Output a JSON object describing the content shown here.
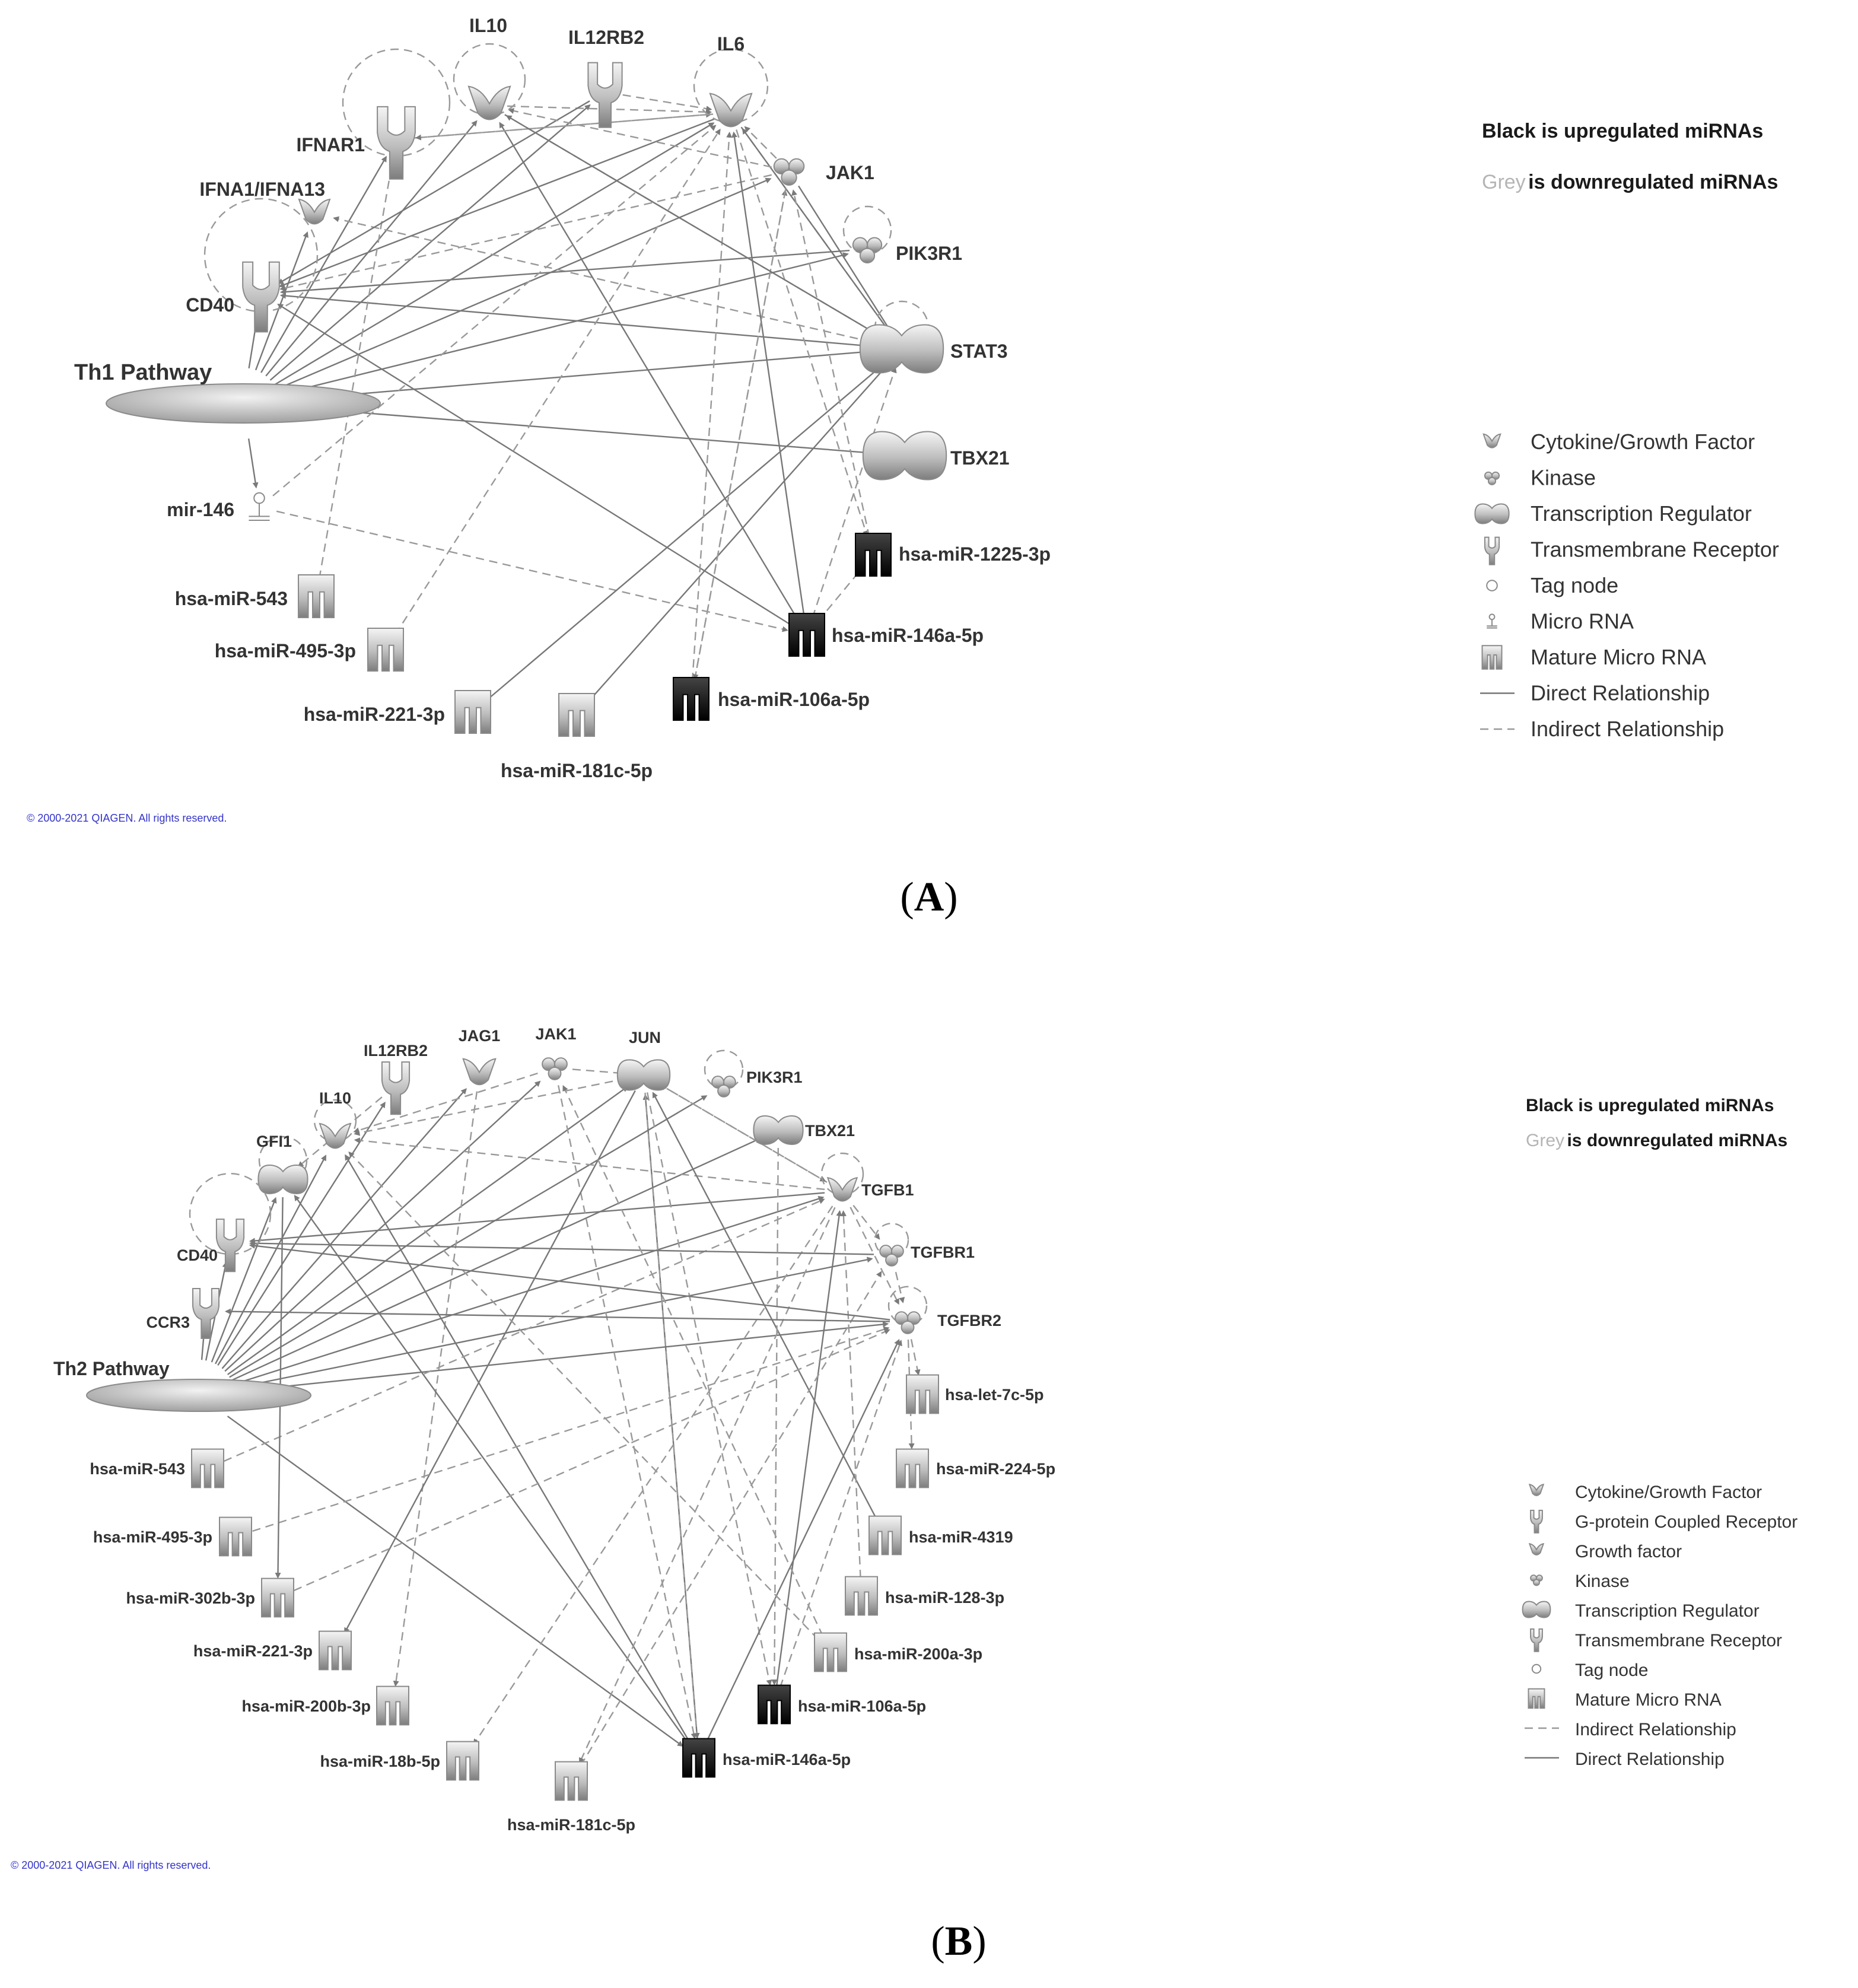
{
  "panels": [
    {
      "id": "A",
      "letter": "A",
      "pathway_label": "Th1 Pathway",
      "copyright": "© 2000-2021 QIAGEN. All rights reserved.",
      "nodes": [
        {
          "id": "IL10",
          "label": "IL10",
          "type": "cytokine",
          "fill": "grey"
        },
        {
          "id": "IL12RB2",
          "label": "IL12RB2",
          "type": "receptor",
          "fill": "grey"
        },
        {
          "id": "IL6",
          "label": "IL6",
          "type": "cytokine",
          "fill": "grey"
        },
        {
          "id": "IFNAR1",
          "label": "IFNAR1",
          "type": "receptor",
          "fill": "grey"
        },
        {
          "id": "IFNA1",
          "label": "IFNA1/IFNA13",
          "type": "cytokine",
          "fill": "grey"
        },
        {
          "id": "JAK1",
          "label": "JAK1",
          "type": "kinase",
          "fill": "grey"
        },
        {
          "id": "PIK3R1",
          "label": "PIK3R1",
          "type": "kinase",
          "fill": "grey"
        },
        {
          "id": "CD40",
          "label": "CD40",
          "type": "receptor",
          "fill": "grey"
        },
        {
          "id": "STAT3",
          "label": "STAT3",
          "type": "transcription",
          "fill": "grey"
        },
        {
          "id": "TBX21",
          "label": "TBX21",
          "type": "transcription",
          "fill": "grey"
        },
        {
          "id": "Th1",
          "label": "",
          "type": "pathway",
          "fill": "grey"
        },
        {
          "id": "mir146",
          "label": "mir-146",
          "type": "microrna",
          "fill": "grey"
        },
        {
          "id": "m1225",
          "label": "hsa-miR-1225-3p",
          "type": "mature",
          "fill": "black"
        },
        {
          "id": "m543",
          "label": "hsa-miR-543",
          "type": "mature",
          "fill": "grey"
        },
        {
          "id": "m146a",
          "label": "hsa-miR-146a-5p",
          "type": "mature",
          "fill": "black"
        },
        {
          "id": "m495",
          "label": "hsa-miR-495-3p",
          "type": "mature",
          "fill": "grey"
        },
        {
          "id": "m106a",
          "label": "hsa-miR-106a-5p",
          "type": "mature",
          "fill": "black"
        },
        {
          "id": "m221",
          "label": "hsa-miR-221-3p",
          "type": "mature",
          "fill": "grey"
        },
        {
          "id": "m181c",
          "label": "hsa-miR-181c-5p",
          "type": "mature",
          "fill": "grey"
        }
      ],
      "legend": {
        "black_prefix": "Black",
        "black_suffix": "is upregulated miRNAs",
        "grey_prefix": "Grey",
        "grey_suffix": "is downregulated miRNAs",
        "items": [
          {
            "icon": "cytokine",
            "label": "Cytokine/Growth Factor"
          },
          {
            "icon": "kinase",
            "label": "Kinase"
          },
          {
            "icon": "transcription",
            "label": "Transcription Regulator"
          },
          {
            "icon": "receptor",
            "label": "Transmembrane Receptor"
          },
          {
            "icon": "tag",
            "label": "Tag node"
          },
          {
            "icon": "microrna",
            "label": "Micro RNA"
          },
          {
            "icon": "mature",
            "label": "Mature Micro RNA"
          },
          {
            "icon": "direct",
            "label": "Direct Relationship"
          },
          {
            "icon": "indirect",
            "label": "Indirect Relationship"
          }
        ]
      }
    },
    {
      "id": "B",
      "letter": "B",
      "pathway_label": "Th2 Pathway",
      "copyright": "© 2000-2021 QIAGEN. All rights reserved.",
      "nodes": [
        {
          "id": "IL12RB2",
          "label": "IL12RB2",
          "type": "receptor",
          "fill": "grey"
        },
        {
          "id": "JAG1",
          "label": "JAG1",
          "type": "growth",
          "fill": "grey"
        },
        {
          "id": "JAK1",
          "label": "JAK1",
          "type": "kinase",
          "fill": "grey"
        },
        {
          "id": "JUN",
          "label": "JUN",
          "type": "transcription",
          "fill": "grey"
        },
        {
          "id": "PIK3R1",
          "label": "PIK3R1",
          "type": "kinase",
          "fill": "grey"
        },
        {
          "id": "IL10",
          "label": "IL10",
          "type": "cytokine",
          "fill": "grey"
        },
        {
          "id": "TBX21",
          "label": "TBX21",
          "type": "transcription",
          "fill": "grey"
        },
        {
          "id": "GFI1",
          "label": "GFI1",
          "type": "transcription",
          "fill": "grey"
        },
        {
          "id": "TGFB1",
          "label": "TGFB1",
          "type": "growth",
          "fill": "grey"
        },
        {
          "id": "CD40",
          "label": "CD40",
          "type": "receptor",
          "fill": "grey"
        },
        {
          "id": "TGFBR1",
          "label": "TGFBR1",
          "type": "kinase",
          "fill": "grey"
        },
        {
          "id": "CCR3",
          "label": "CCR3",
          "type": "gpcr",
          "fill": "grey"
        },
        {
          "id": "TGFBR2",
          "label": "TGFBR2",
          "type": "kinase",
          "fill": "grey"
        },
        {
          "id": "Th2",
          "label": "",
          "type": "pathway",
          "fill": "grey"
        },
        {
          "id": "let7c",
          "label": "hsa-let-7c-5p",
          "type": "mature",
          "fill": "grey"
        },
        {
          "id": "m543",
          "label": "hsa-miR-543",
          "type": "mature",
          "fill": "grey"
        },
        {
          "id": "m224",
          "label": "hsa-miR-224-5p",
          "type": "mature",
          "fill": "grey"
        },
        {
          "id": "m495",
          "label": "hsa-miR-495-3p",
          "type": "mature",
          "fill": "grey"
        },
        {
          "id": "m4319",
          "label": "hsa-miR-4319",
          "type": "mature",
          "fill": "grey"
        },
        {
          "id": "m302b",
          "label": "hsa-miR-302b-3p",
          "type": "mature",
          "fill": "grey"
        },
        {
          "id": "m128",
          "label": "hsa-miR-128-3p",
          "type": "mature",
          "fill": "grey"
        },
        {
          "id": "m221",
          "label": "hsa-miR-221-3p",
          "type": "mature",
          "fill": "grey"
        },
        {
          "id": "m200a",
          "label": "hsa-miR-200a-3p",
          "type": "mature",
          "fill": "grey"
        },
        {
          "id": "m200b",
          "label": "hsa-miR-200b-3p",
          "type": "mature",
          "fill": "grey"
        },
        {
          "id": "m106a",
          "label": "hsa-miR-106a-5p",
          "type": "mature",
          "fill": "black"
        },
        {
          "id": "m18b",
          "label": "hsa-miR-18b-5p",
          "type": "mature",
          "fill": "grey"
        },
        {
          "id": "m146a",
          "label": "hsa-miR-146a-5p",
          "type": "mature",
          "fill": "black"
        },
        {
          "id": "m181c",
          "label": "hsa-miR-181c-5p",
          "type": "mature",
          "fill": "grey"
        }
      ],
      "legend": {
        "black_prefix": "Black",
        "black_suffix": "is upregulated miRNAs",
        "grey_prefix": "Grey",
        "grey_suffix": "is downregulated miRNAs",
        "items": [
          {
            "icon": "cytokine",
            "label": "Cytokine/Growth Factor"
          },
          {
            "icon": "gpcr",
            "label": "G-protein Coupled Receptor"
          },
          {
            "icon": "growth",
            "label": "Growth factor"
          },
          {
            "icon": "kinase",
            "label": "Kinase"
          },
          {
            "icon": "transcription",
            "label": "Transcription Regulator"
          },
          {
            "icon": "receptor",
            "label": "Transmembrane Receptor"
          },
          {
            "icon": "tag",
            "label": "Tag node"
          },
          {
            "icon": "mature",
            "label": "Mature Micro RNA"
          },
          {
            "icon": "indirect",
            "label": "Indirect Relationship"
          },
          {
            "icon": "direct",
            "label": "Direct Relationship"
          }
        ]
      }
    }
  ],
  "colors": {
    "node_grey": "#b0b0b0",
    "node_black": "#111111",
    "edge": "#888888",
    "legend_grey_text": "#b5b5b5",
    "copyright": "#3333cc"
  }
}
